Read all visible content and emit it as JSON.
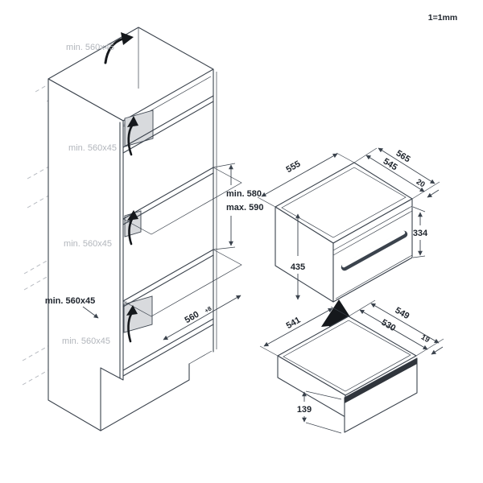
{
  "scale_note": "1=1mm",
  "colors": {
    "line": "#3b434d",
    "muted_gray": "#b2b6bc",
    "dark_text": "#20262e",
    "vent_fill": "#d8dadd",
    "arrow_black": "#15181c"
  },
  "cabinet": {
    "vent_channel_labels": [
      "min. 560x45",
      "min. 560x45",
      "min. 560x45",
      "min. 560x45",
      "min. 560x45"
    ],
    "niche_height_min": "min. 580",
    "niche_height_max": "max. 590",
    "niche_width": "560",
    "niche_width_tol": "+8"
  },
  "oven": {
    "depth": "555",
    "width": "545",
    "width_overall": "565",
    "front_frame": "20",
    "door_height": "334",
    "height": "435"
  },
  "drawer": {
    "depth": "541",
    "width": "530",
    "width_overall": "549",
    "front_frame": "19",
    "front_height": "139"
  }
}
